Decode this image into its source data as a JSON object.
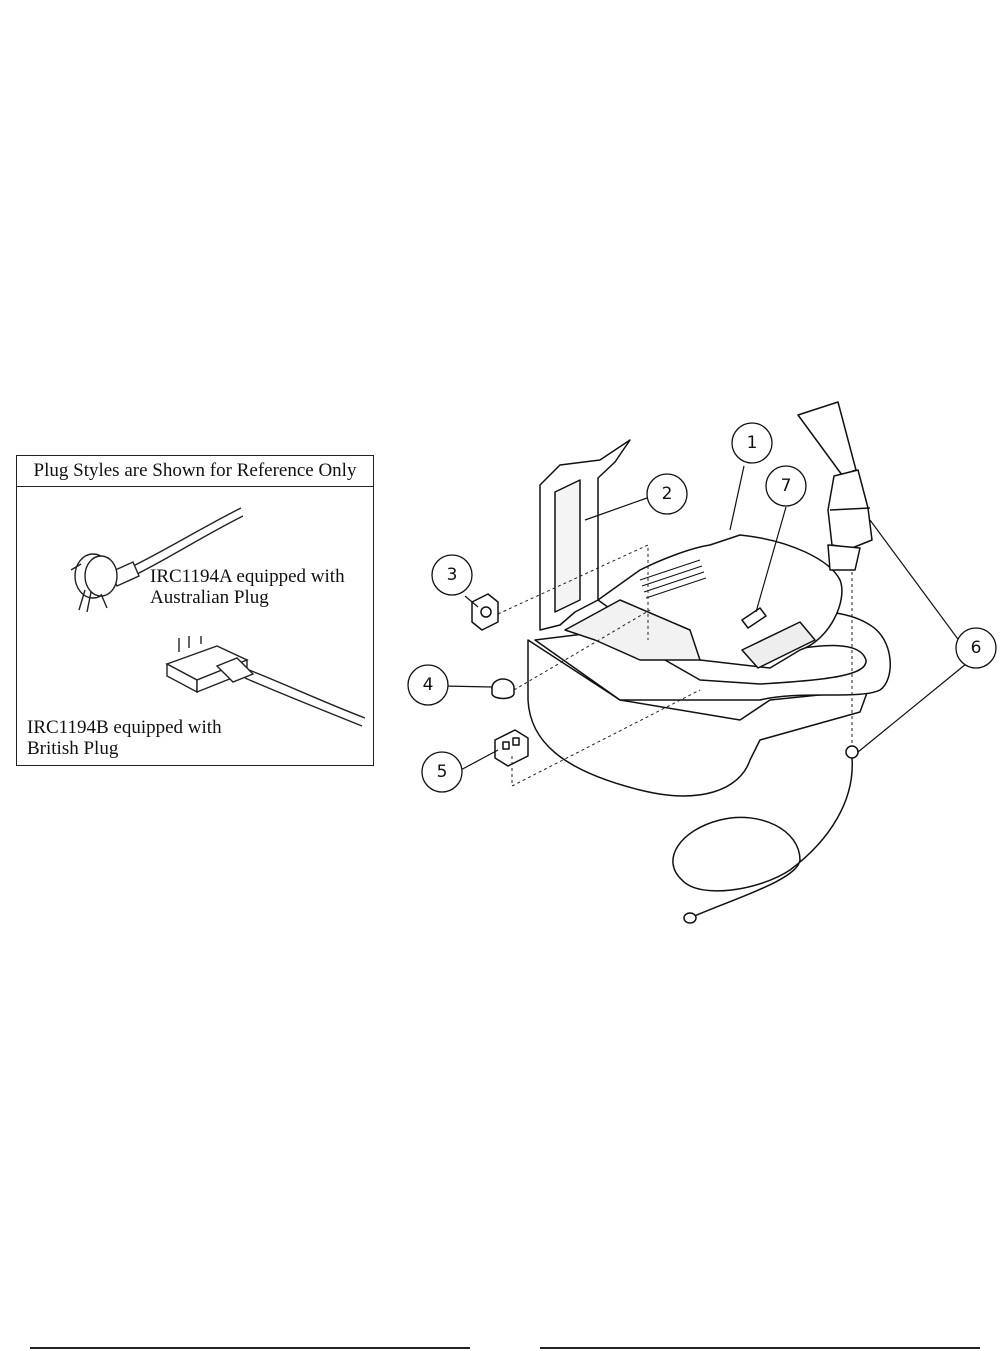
{
  "reference_box": {
    "header": "Plug Styles are Shown for Reference Only",
    "caption_a_line1": "IRC1194A equipped  with",
    "caption_a_line2": "Australian Plug",
    "caption_b_line1": "IRC1194B equipped with",
    "caption_b_line2": "British Plug"
  },
  "callouts": [
    "1",
    "2",
    "3",
    "4",
    "5",
    "6",
    "7"
  ],
  "colors": {
    "line": "#111111",
    "background": "#ffffff"
  }
}
